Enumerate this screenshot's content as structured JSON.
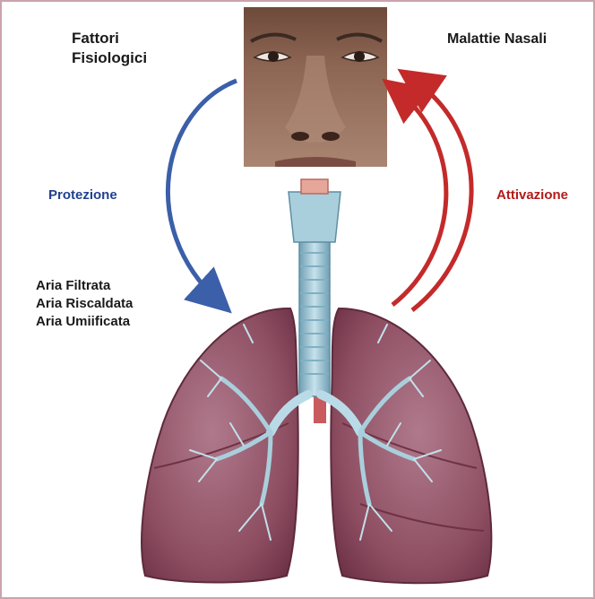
{
  "labels": {
    "fattori_line1": "Fattori",
    "fattori_line2": "Fisiologici",
    "malattie_nasali": "Malattie Nasali",
    "protezione": "Protezione",
    "attivazione": "Attivazione",
    "benefits": [
      "Aria Filtrata",
      "Aria Riscaldata",
      "Aria Umiificata"
    ]
  },
  "colors": {
    "protezione_arrow": "#3b5fa8",
    "attivazione_arrow": "#c42a2a",
    "lung_tissue": "#8e4e62",
    "trachea": "#9cc6d6",
    "border": "#c9a3ad"
  },
  "icons": {
    "nose": "face-nose-illustration",
    "lungs": "lungs-illustration"
  }
}
